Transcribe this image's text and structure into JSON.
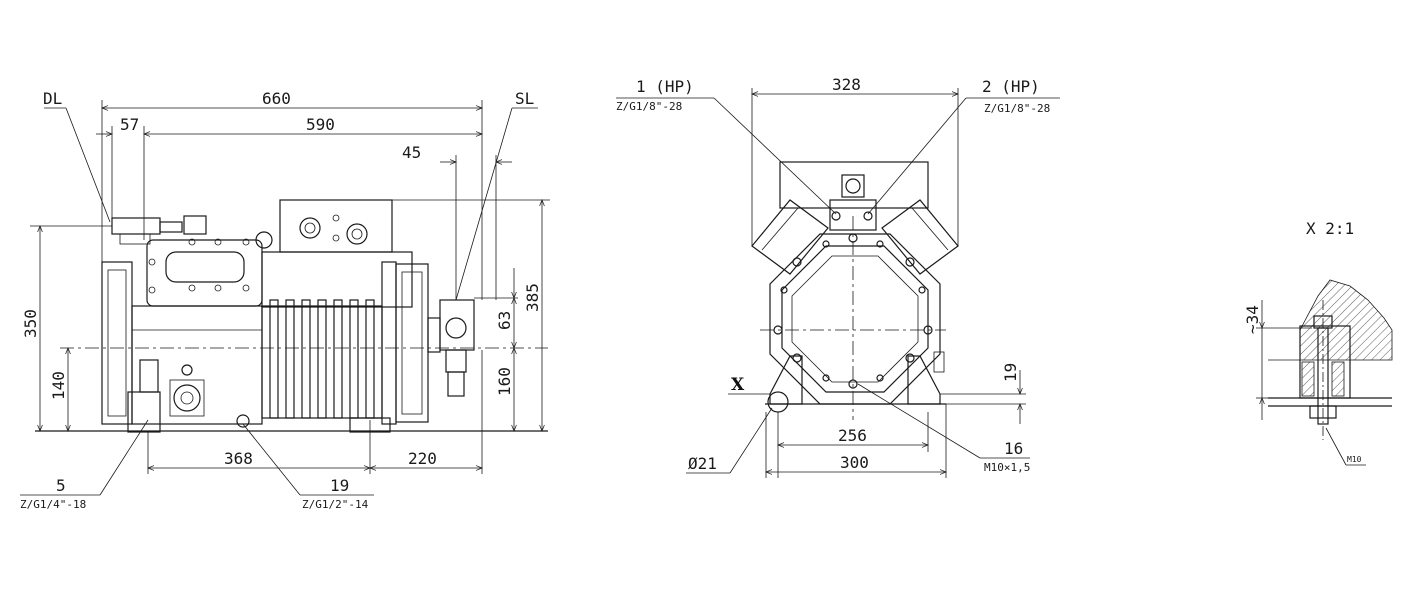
{
  "side_view": {
    "dims": {
      "overall": "660",
      "span": "590",
      "dl_offset": "57",
      "sl_offset": "45",
      "height_total": "350",
      "height_shaft": "140",
      "width_left": "368",
      "width_right": "220",
      "sl_height_a": "63",
      "sl_height_b": "160",
      "height_overall": "385"
    },
    "labels": {
      "dl": "DL",
      "sl": "SL",
      "port5_num": "5",
      "port5_thread": "Z/G1/4\"-18",
      "port19_num": "19",
      "port19_thread": "Z/G1/2\"-14"
    }
  },
  "front_view": {
    "dims": {
      "width_top": "328",
      "foot_inner": "256",
      "foot_outer": "300",
      "foot_height": "19",
      "hole_dia": "Ø21"
    },
    "labels": {
      "hp1": "1 (HP)",
      "hp1_thread": "Z/G1/8\"-28",
      "hp2": "2 (HP)",
      "hp2_thread": "Z/G1/8\"-28",
      "port16_num": "16",
      "port16_thread": "M10×1,5",
      "x_marker": "X"
    }
  },
  "detail_view": {
    "title": "X 2:1",
    "dim": "~34",
    "bolt": "M10"
  }
}
